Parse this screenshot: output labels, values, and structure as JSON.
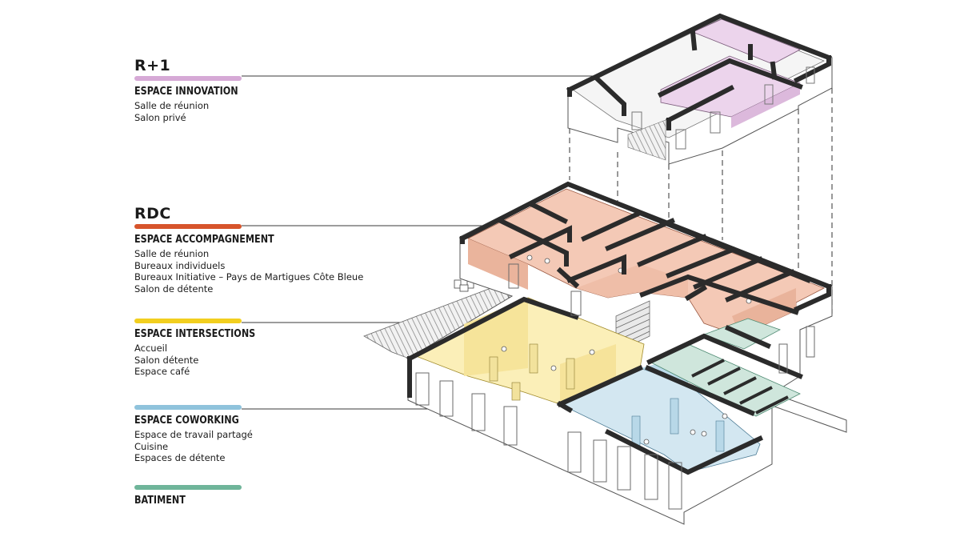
{
  "levels": [
    {
      "label": "R+1"
    },
    {
      "label": "RDC"
    }
  ],
  "groups": [
    {
      "id": "innovation",
      "title": "ESPACE INNOVATION",
      "color": "#d6a9d6",
      "items": [
        "Salle de réunion",
        "Salon privé"
      ]
    },
    {
      "id": "accompagnement",
      "title": "ESPACE ACCOMPAGNEMENT",
      "color": "#d7542b",
      "items": [
        "Salle de réunion",
        "Bureaux individuels",
        "Bureaux Initiative – Pays de Martigues Côte Bleue",
        "Salon de détente"
      ]
    },
    {
      "id": "intersections",
      "title": "ESPACE INTERSECTIONS",
      "color": "#f2cf1f",
      "items": [
        "Accueil",
        "Salon détente",
        "Espace café"
      ]
    },
    {
      "id": "coworking",
      "title": "ESPACE COWORKING",
      "color": "#8fc3dc",
      "items": [
        "Espace de travail partagé",
        "Cuisine",
        "Espaces de détente"
      ]
    },
    {
      "id": "batiment",
      "title": "BATIMENT",
      "color": "#6fb59a",
      "items": []
    }
  ],
  "zone_colors": {
    "innovation_fill": "#ecd4ec",
    "accompagnement_fill": "#f4c9b6",
    "intersections_fill": "#fbefb8",
    "coworking_fill": "#d3e7f1",
    "batiment_fill": "#cfe6dc",
    "wall": "#2b2b2b"
  }
}
